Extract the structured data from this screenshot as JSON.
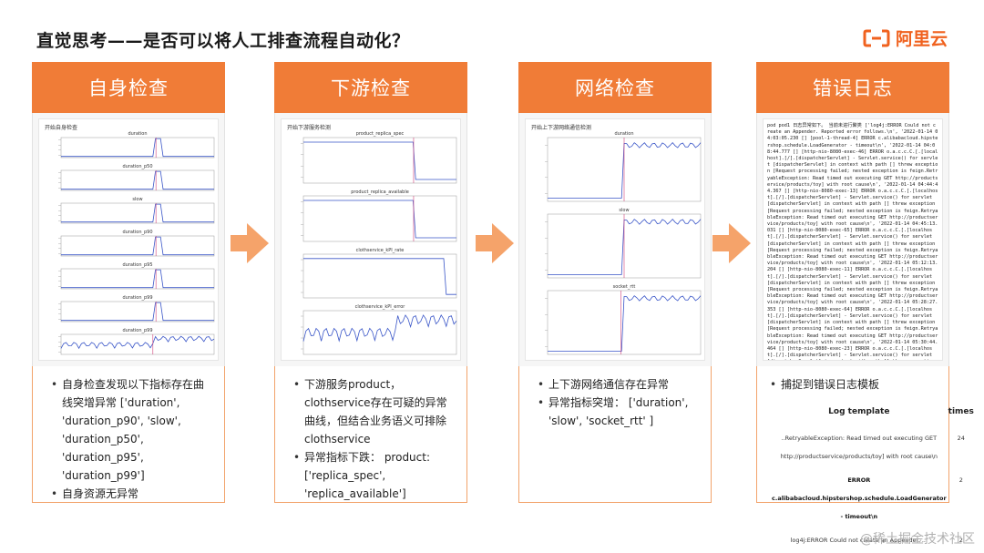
{
  "title": "直觉思考——是否可以将人工排查流程自动化？",
  "logo": {
    "text": "阿里云"
  },
  "columns": [
    {
      "header": "自身检查",
      "chart_caption": "开始自身检查",
      "chart_names": [
        "duration",
        "duration_p50",
        "slow",
        "duration_p90",
        "duration_p95",
        "duration_p99"
      ],
      "bullets": [
        "自身检查发现以下指标存在曲线突增异常 ['duration', 'duration_p90', 'slow', 'duration_p50', 'duration_p95', 'duration_p99']",
        "自身资源无异常"
      ]
    },
    {
      "header": "下游检查",
      "chart_caption": "开始下游服务检测",
      "chart_names": [
        "product_replica_spec",
        "product_replica_available",
        "clothservice_kPI_rate",
        "clothservice_kPI_error"
      ],
      "bullets": [
        "下游服务product，clothservice存在可疑的异常曲线，但结合业务语义可排除clothservice",
        "异常指标下跌： product: ['replica_spec', 'replica_available']"
      ]
    },
    {
      "header": "网络检查",
      "chart_caption": "开始上下游网络通信检测",
      "chart_names": [
        "duration",
        "slow",
        "socket_rtt"
      ],
      "bullets": [
        "上下游网络通信存在异常",
        "异常指标突增： ['duration', 'slow', 'socket_rtt' ]"
      ]
    },
    {
      "header": "错误日志",
      "log_lines": "pod pod1 日志异常如下。 当前未进行聚类 ['log4j:ERROR Could not create an Appender. Reported error follows.\\n', '2022-01-14 04:03:05.230 [] [pool-1-thread-4] ERROR c.alibabacloud.hipstershop.schedule.LoadGenerator - timeout\\n', '2022-01-14 04:08:44.777 [] [http-nio-8080-exec-46] ERROR o.a.c.c.C.[.[localhost].[/].[dispatcherServlet] - Servlet.service() for servlet [dispatcherServlet] in context with path [] threw exception [Request processing failed; nested exception is feign.RetryableException: Read timed out executing GET http://productservice/products/toy] with root cause\\n', '2022-01-14 04:44:44.367 [] [http-nio-8080-exec-13] ERROR o.a.c.c.C.[.[localhost].[/].[dispatcherServlet] - Servlet.service() for servlet [dispatcherServlet] in context with path [] threw exception [Request processing failed; nested exception is feign.RetryableException: Read timed out executing GET http://productservice/products/toy] with root cause\\n', '2022-01-14 04:45:13.031 [] [http-nio-8080-exec-65] ERROR o.a.c.c.C.[.[localhost].[/].[dispatcherServlet] - Servlet.service() for servlet [dispatcherServlet] in context with path [] threw exception [Request processing failed; nested exception is feign.RetryableException: Read timed out executing GET http://productservice/products/toy] with root cause\\n', '2022-01-14 05:12:13.204 [] [http-nio-8080-exec-11] ERROR o.a.c.c.C.[.[localhost].[/].[dispatcherServlet] - Servlet.service() for servlet [dispatcherServlet] in context with path [] threw exception [Request processing failed; nested exception is feign.RetryableException: Read timed out executing GET http://productservice/products/toy] with root cause\\n', '2022-01-14 05:28:27.353 [] [http-nio-8080-exec-64] ERROR o.a.c.c.C.[.[localhost].[/].[dispatcherServlet] - Servlet.service() for servlet [dispatcherServlet] in context with path [] threw exception [Request processing failed; nested exception is feign.RetryableException: Read timed out executing GET http://productservice/products/toy] with root cause\\n', '2022-01-14 05:30:44.464 [] [http-nio-8080-exec-23] ERROR o.a.c.c.C.[.[localhost].[/].[dispatcherServlet] - Servlet.service() for servlet [dispatcherServlet] in context with path [] threw exception [Request processing failed; nested exception is feign.RetryableException: Read timed out executing GET http://productservice/products/toy] with root cause\\n', '2022-01-14 05:31:47.741 [] [http-nio-8080-exec-95] ERROR o.a.c.c.C.[.[localho",
      "bullet": "捕捉到错误日志模板",
      "table": {
        "header_template": "Log template",
        "header_times": "times",
        "rows": [
          {
            "template": "..RetryableException: Read timed out executing GET http://productservice/products/toy] with root cause\\n",
            "times": "24"
          },
          {
            "template": "ERROR c.alibabacloud.hipstershop.schedule.LoadGenerator - timeout\\n",
            "times": "2"
          },
          {
            "template": "log4j:ERROR Could not create an Appender. ...",
            "times": "2"
          }
        ]
      }
    }
  ],
  "watermark": "@稀土掘金技术社区",
  "colors": {
    "accent": "#f07c37",
    "arrow": "#f5a36a",
    "line": "#3a56c8",
    "spike": "#d0407a"
  }
}
